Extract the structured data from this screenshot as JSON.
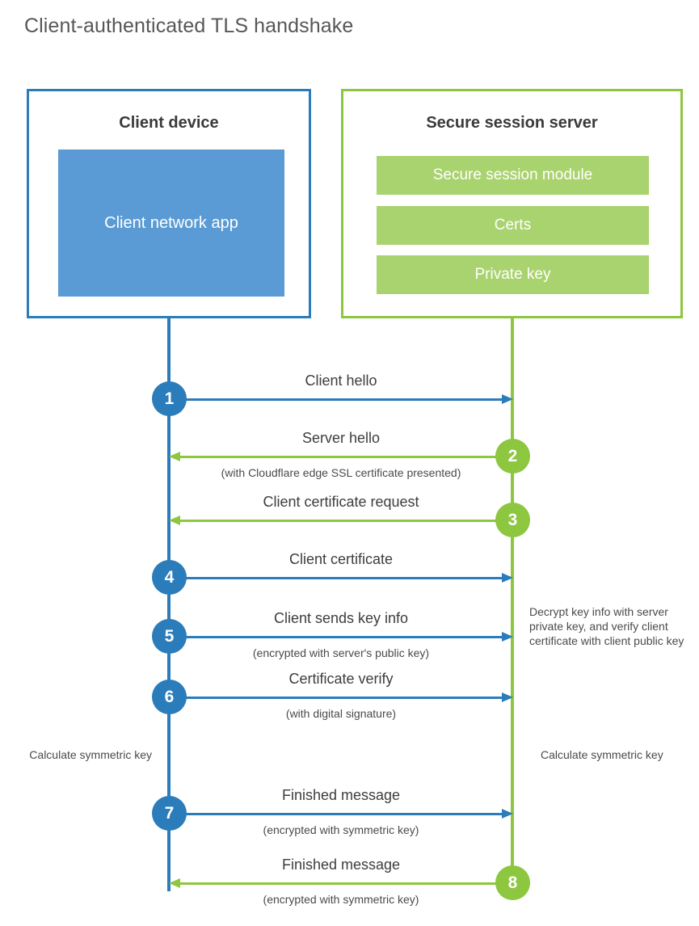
{
  "diagram": {
    "title": "Client-authenticated TLS handshake",
    "colors": {
      "client_blue": "#2b7cba",
      "client_app_blue": "#5b9bd5",
      "server_green": "#8dc63f",
      "server_block_green": "#a9d36e",
      "text": "#3a3a3a",
      "background": "#ffffff"
    },
    "actors": {
      "client": {
        "title": "Client device",
        "blocks": [
          "Client network app"
        ]
      },
      "server": {
        "title": "Secure session server",
        "blocks": [
          "Secure session module",
          "Certs",
          "Private key"
        ]
      }
    },
    "steps": [
      {
        "number": "1",
        "label": "Client hello",
        "sub": "",
        "direction": "client-to-server",
        "origin": "client"
      },
      {
        "number": "2",
        "label": "Server hello",
        "sub": "(with Cloudflare edge SSL certificate presented)",
        "direction": "server-to-client",
        "origin": "server"
      },
      {
        "number": "3",
        "label": "Client certificate request",
        "sub": "",
        "direction": "server-to-client",
        "origin": "server"
      },
      {
        "number": "4",
        "label": "Client certificate",
        "sub": "",
        "direction": "client-to-server",
        "origin": "client"
      },
      {
        "number": "5",
        "label": "Client sends key info",
        "sub": "(encrypted with server's public key)",
        "direction": "client-to-server",
        "origin": "client"
      },
      {
        "number": "6",
        "label": "Certificate verify",
        "sub": "(with digital signature)",
        "direction": "client-to-server",
        "origin": "client"
      },
      {
        "number": "7",
        "label": "Finished message",
        "sub": "(encrypted with symmetric key)",
        "direction": "client-to-server",
        "origin": "client"
      },
      {
        "number": "8",
        "label": "Finished message",
        "sub": "(encrypted with symmetric key)",
        "direction": "server-to-client",
        "origin": "server"
      }
    ],
    "notes": {
      "decrypt": "Decrypt key info with server private key, and verify client certificate with client public key",
      "calculate_symmetric_key_client": "Calculate symmetric key",
      "calculate_symmetric_key_server": "Calculate symmetric key"
    }
  }
}
